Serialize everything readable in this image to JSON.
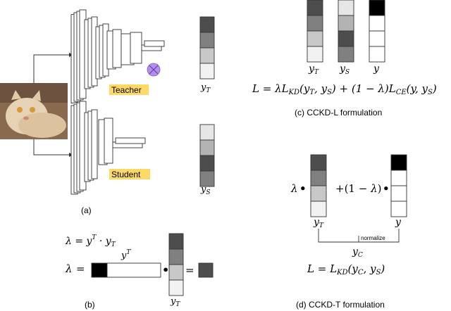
{
  "panel_a": {
    "teacher_label": "Teacher",
    "student_label": "Student",
    "yT_label": "yT",
    "yS_label": "yS",
    "caption": "(a)",
    "yT_bar_colors": [
      "#4d4d4d",
      "#808080",
      "#c8c8c8",
      "#f2f2f2"
    ],
    "yS_bar_colors": [
      "#e6e6e6",
      "#b3b3b3",
      "#4d4d4d",
      "#808080"
    ],
    "label_highlight_color": "#ffd966",
    "cross_color": "#b38ff0"
  },
  "panel_b": {
    "eq1": "λ = yT · yT",
    "lambda": "λ",
    "equals": "=",
    "yT_sup": "yT",
    "yT_label": "yT",
    "caption": "(b)",
    "yT_bar_colors": [
      "#4d4d4d",
      "#808080",
      "#c8c8c8",
      "#f2f2f2"
    ],
    "result_color": "#4d4d4d"
  },
  "panel_c": {
    "labels": [
      "yT",
      "yS",
      "y"
    ],
    "yT_colors": [
      "#4d4d4d",
      "#808080",
      "#c8c8c8",
      "#f2f2f2"
    ],
    "yS_colors": [
      "#e6e6e6",
      "#b3b3b3",
      "#4d4d4d",
      "#808080"
    ],
    "y_colors": [
      "#000000",
      "#ffffff",
      "#ffffff",
      "#ffffff"
    ],
    "formula": "L = λL_KD(yT, yS) + (1 − λ)L_CE(y, yS)",
    "caption": "(c) CCKD-L formulation"
  },
  "panel_d": {
    "lambda": "λ",
    "one_minus_lambda": "+(1 − λ)",
    "yT_label": "yT",
    "y_label": "y",
    "normalize": "normalize",
    "yC_label": "yC",
    "formula": "L = L_KD(yC, yS)",
    "caption": "(d) CCKD-T formulation",
    "yT_colors": [
      "#4d4d4d",
      "#808080",
      "#c8c8c8",
      "#f2f2f2"
    ],
    "y_colors": [
      "#000000",
      "#ffffff",
      "#ffffff",
      "#ffffff"
    ]
  }
}
